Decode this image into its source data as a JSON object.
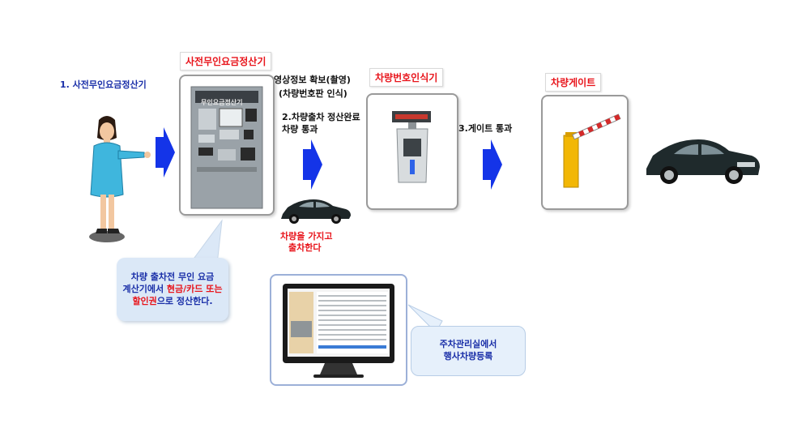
{
  "labels": {
    "step1": "1. 사전무인요금정산기",
    "kiosk_title": "사전무인요금정산기",
    "kiosk_screen": "무인요금정산기",
    "capture_line1": "영상정보 확보(촬영)",
    "capture_line2": "(차량번호판 인식)",
    "step2_line1": "2.차량출차 정산완료",
    "step2_line2": "차량 통과",
    "lpr_title": "차량번호인식기",
    "step3": "3.게이트 통과",
    "gate_title": "차량게이트",
    "exit_line1": "차량을 가지고",
    "exit_line2": "출차한다"
  },
  "callout_left": {
    "line1": "차량 출차전 무인 요금",
    "line2_a": "계산기에서 ",
    "line2_b": "현금/카드 또는",
    "line3_a": "할인권",
    "line3_b": "으로 정산한다."
  },
  "callout_right": {
    "line1": "주차관리실에서",
    "line2": "행사차량등록"
  },
  "colors": {
    "arrow_blue": "#1434e8",
    "title_red": "#e8141b",
    "text_blue": "#1a2fa8",
    "callout_left_bg": "#dbe8f7",
    "callout_right_bg": "#e6f0fb"
  }
}
